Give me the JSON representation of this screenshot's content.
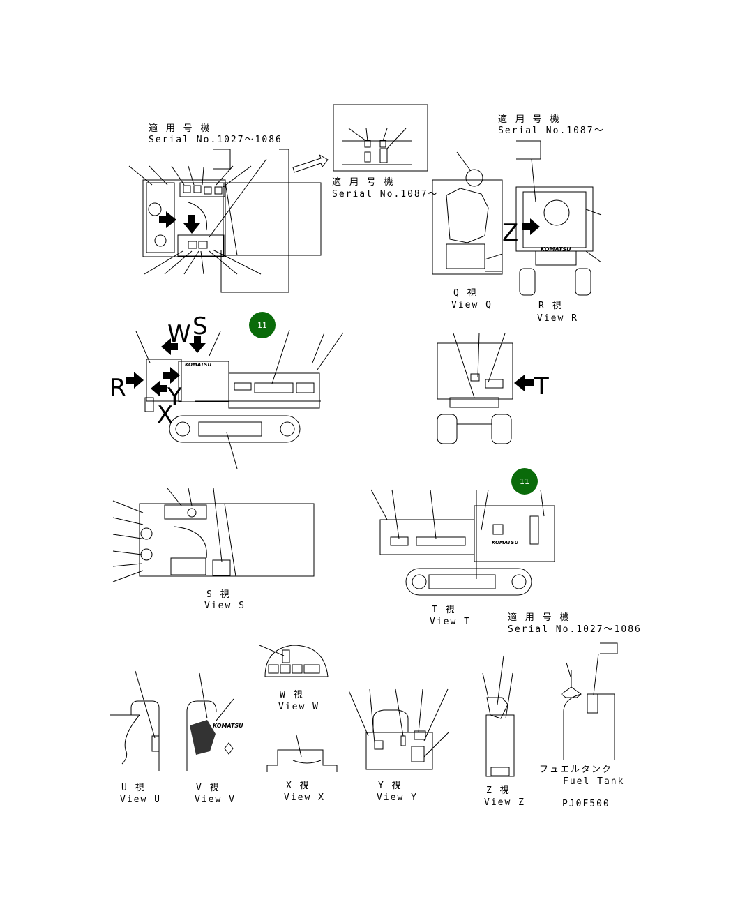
{
  "serial_labels": {
    "top_left_jp": "適 用 号 機",
    "top_left_en": "Serial No.1027〜1086",
    "inset_jp": "適 用 号 機",
    "inset_en": "Serial No.1087〜",
    "right_jp": "適 用 号 機",
    "right_en": "Serial No.1087〜",
    "bottom_right_jp": "適 用 号 機",
    "bottom_right_en": "Serial No.1027〜1086"
  },
  "view_labels": {
    "q_jp": "Q 視",
    "q_en": "View Q",
    "r_jp": "R 視",
    "r_en": "View R",
    "s_jp": "S 視",
    "s_en": "View S",
    "t_jp": "T 視",
    "t_en": "View T",
    "u_jp": "U 視",
    "u_en": "View U",
    "v_jp": "V 視",
    "v_en": "View V",
    "w_jp": "W 視",
    "w_en": "View W",
    "x_jp": "X 視",
    "x_en": "View X",
    "y_jp": "Y 視",
    "y_en": "View Y",
    "z_jp": "Z 視",
    "z_en": "View Z"
  },
  "fuel_tank": {
    "jp": "フュエルタンク",
    "en": "Fuel Tank"
  },
  "drawing_code": "PJ0F500",
  "view_letters": {
    "s": "S",
    "w": "W",
    "r": "R",
    "y": "Y",
    "x": "X",
    "t": "T",
    "z": "Z"
  },
  "badges": [
    {
      "label": "11"
    },
    {
      "label": "11"
    }
  ],
  "brand_mark": "KOMATSU",
  "colors": {
    "badge_fill": "#0a6b0a",
    "line": "#000000"
  }
}
